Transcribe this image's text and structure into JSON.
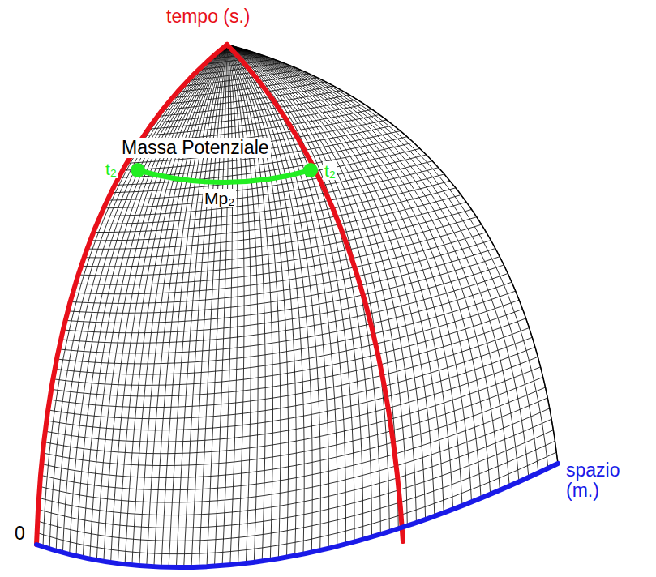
{
  "diagram": {
    "labels": [
      "tempo (s.)",
      "Massa Potenziale",
      "t₂",
      "Mp₂",
      "t₂",
      "spazio (m.)",
      "0"
    ]
  }
}
